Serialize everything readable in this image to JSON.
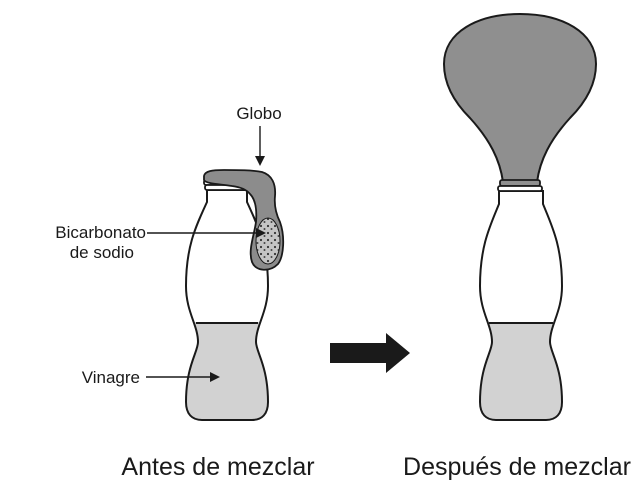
{
  "labels": {
    "balloon": "Globo",
    "baking_soda_line1": "Bicarbonato",
    "baking_soda_line2": "de sodio",
    "vinegar": "Vinagre"
  },
  "captions": {
    "before": "Antes de mezclar",
    "after": "Después de mezclar"
  },
  "colors": {
    "outline": "#1a1a1a",
    "liquid": "#d2d2d2",
    "balloon": "#8f8f8f",
    "deflated_balloon": "#8c8c8c",
    "soda_fill": "#bdbdbd",
    "arrow": "#1a1a1a"
  }
}
